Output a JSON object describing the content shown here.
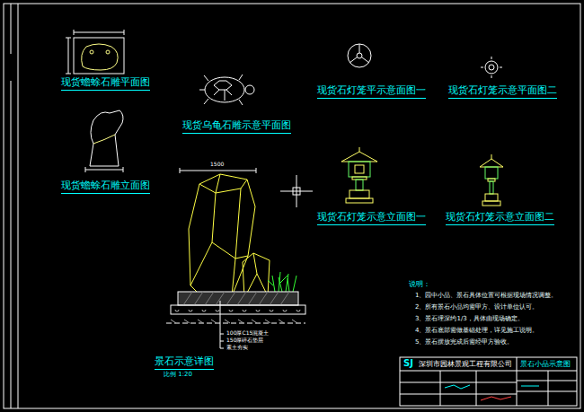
{
  "diagram": {
    "labels": [
      "现货蟾蜍石雕平面图",
      "现货乌龟石雕示意平面图",
      "现货石灯笼平示意面图一",
      "现货石灯笼示意平面图二",
      "现货蟾蜍石雕立面图",
      "现货石灯笼示意立面图一",
      "现货石灯笼示意立面图二",
      "景石示意详图",
      "比例 1:20",
      "1500",
      "100厚C15混凝土",
      "150厚碎石垫层",
      "素土夯实",
      "说明：",
      "1、园中小品、景石具体位置可根据现场情况调整。",
      "2、所有景石小品均需甲方、设计单位认可。",
      "3、景石埋深约1/3，具体由现场确定。",
      "4、景石底部需做基础处理，详见施工说明。",
      "5、景石摆放完成后需经甲方验收。",
      "SJ",
      "深圳市园林景观工程有限公司",
      "景石小品示意图"
    ]
  }
}
